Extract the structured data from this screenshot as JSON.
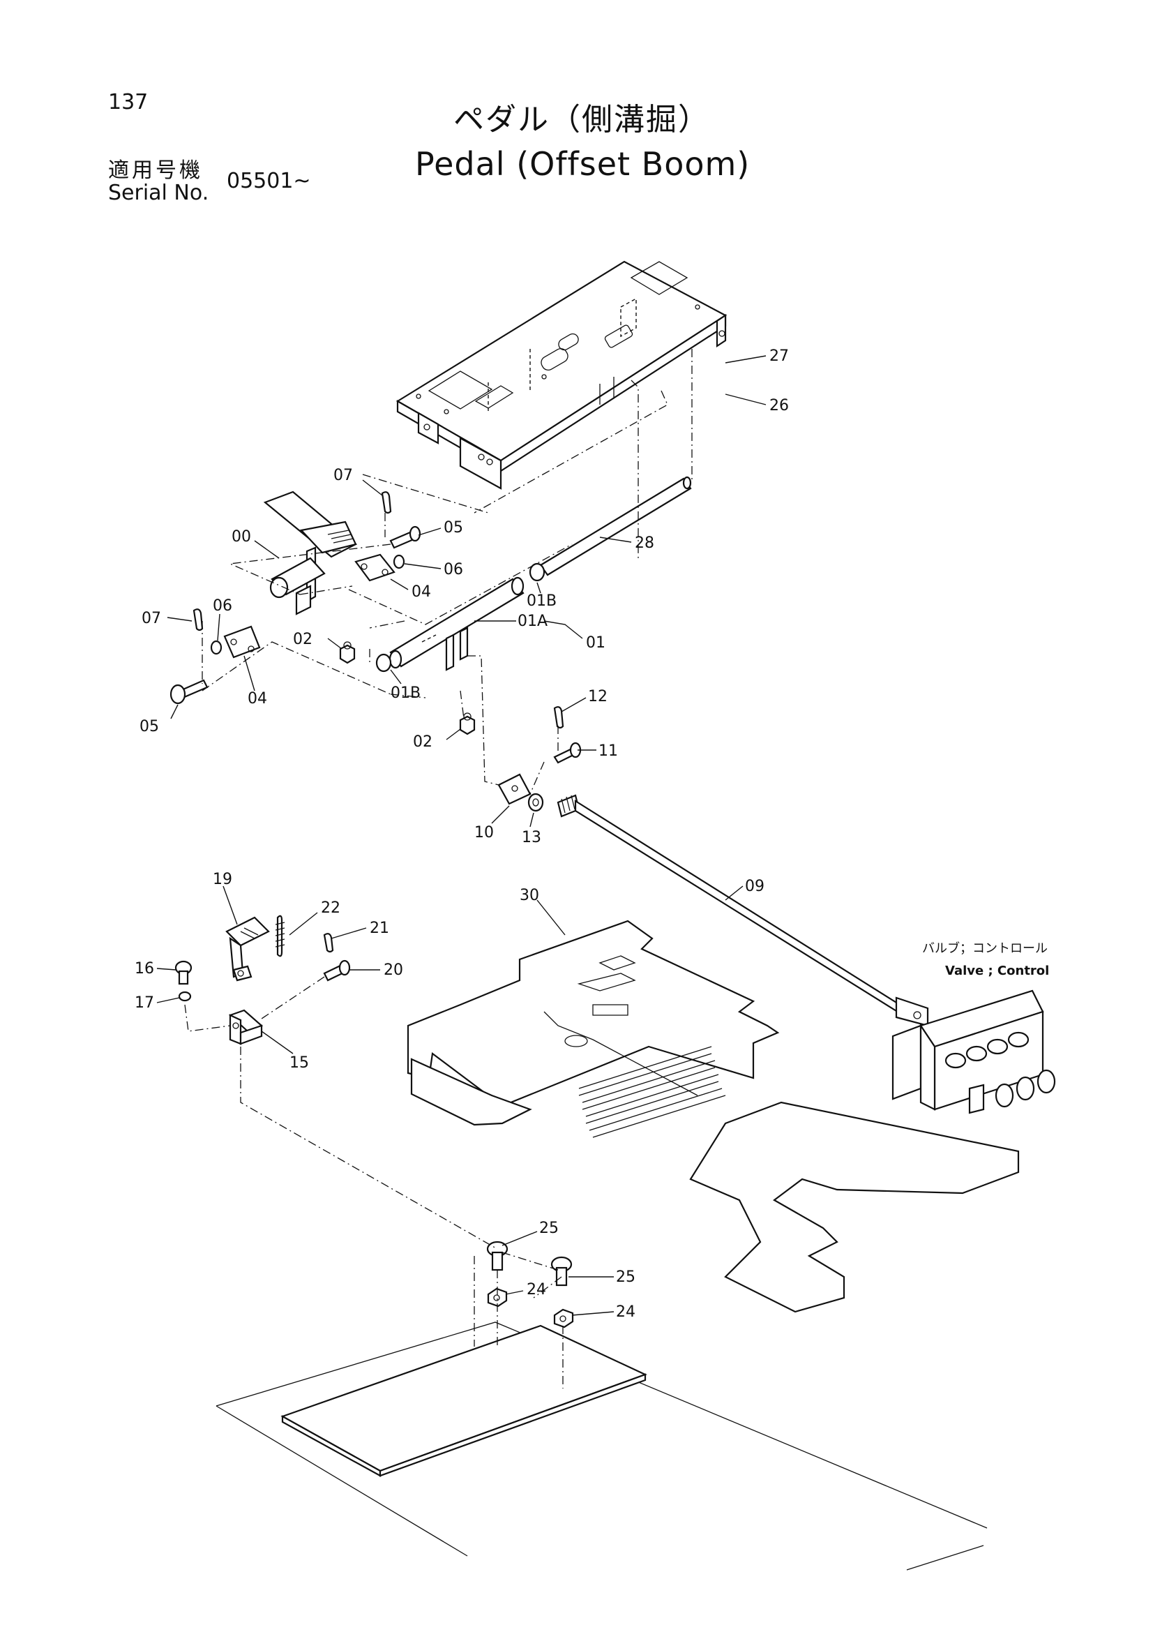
{
  "header": {
    "page_number": "137",
    "title_jp": "ペダル（側溝掘）",
    "title_en": "Pedal (Offset Boom)",
    "serial_label_jp": "適用号機",
    "serial_label_en": "Serial No.",
    "serial_value": "05501~"
  },
  "valve_label": {
    "jp": "バルブ；コントロール",
    "en": "Valve ; Control"
  },
  "callouts": [
    {
      "id": "c27",
      "text": "27"
    },
    {
      "id": "c26",
      "text": "26"
    },
    {
      "id": "c07a",
      "text": "07"
    },
    {
      "id": "c05a",
      "text": "05"
    },
    {
      "id": "c00",
      "text": "00"
    },
    {
      "id": "c28",
      "text": "28"
    },
    {
      "id": "c06a",
      "text": "06"
    },
    {
      "id": "c04a",
      "text": "04"
    },
    {
      "id": "c01Ba",
      "text": "01B"
    },
    {
      "id": "c07b",
      "text": "07"
    },
    {
      "id": "c06b",
      "text": "06"
    },
    {
      "id": "c01A",
      "text": "01A"
    },
    {
      "id": "c01",
      "text": "01"
    },
    {
      "id": "c02a",
      "text": "02"
    },
    {
      "id": "c04b",
      "text": "04"
    },
    {
      "id": "c01Bb",
      "text": "01B"
    },
    {
      "id": "c05b",
      "text": "05"
    },
    {
      "id": "c12",
      "text": "12"
    },
    {
      "id": "c11",
      "text": "11"
    },
    {
      "id": "c02b",
      "text": "02"
    },
    {
      "id": "c10",
      "text": "10"
    },
    {
      "id": "c13",
      "text": "13"
    },
    {
      "id": "c19",
      "text": "19"
    },
    {
      "id": "c30",
      "text": "30"
    },
    {
      "id": "c09",
      "text": "09"
    },
    {
      "id": "c22",
      "text": "22"
    },
    {
      "id": "c21",
      "text": "21"
    },
    {
      "id": "c16",
      "text": "16"
    },
    {
      "id": "c20",
      "text": "20"
    },
    {
      "id": "c17",
      "text": "17"
    },
    {
      "id": "c15",
      "text": "15"
    },
    {
      "id": "c25a",
      "text": "25"
    },
    {
      "id": "c25b",
      "text": "25"
    },
    {
      "id": "c24a",
      "text": "24"
    },
    {
      "id": "c24b",
      "text": "24"
    }
  ]
}
